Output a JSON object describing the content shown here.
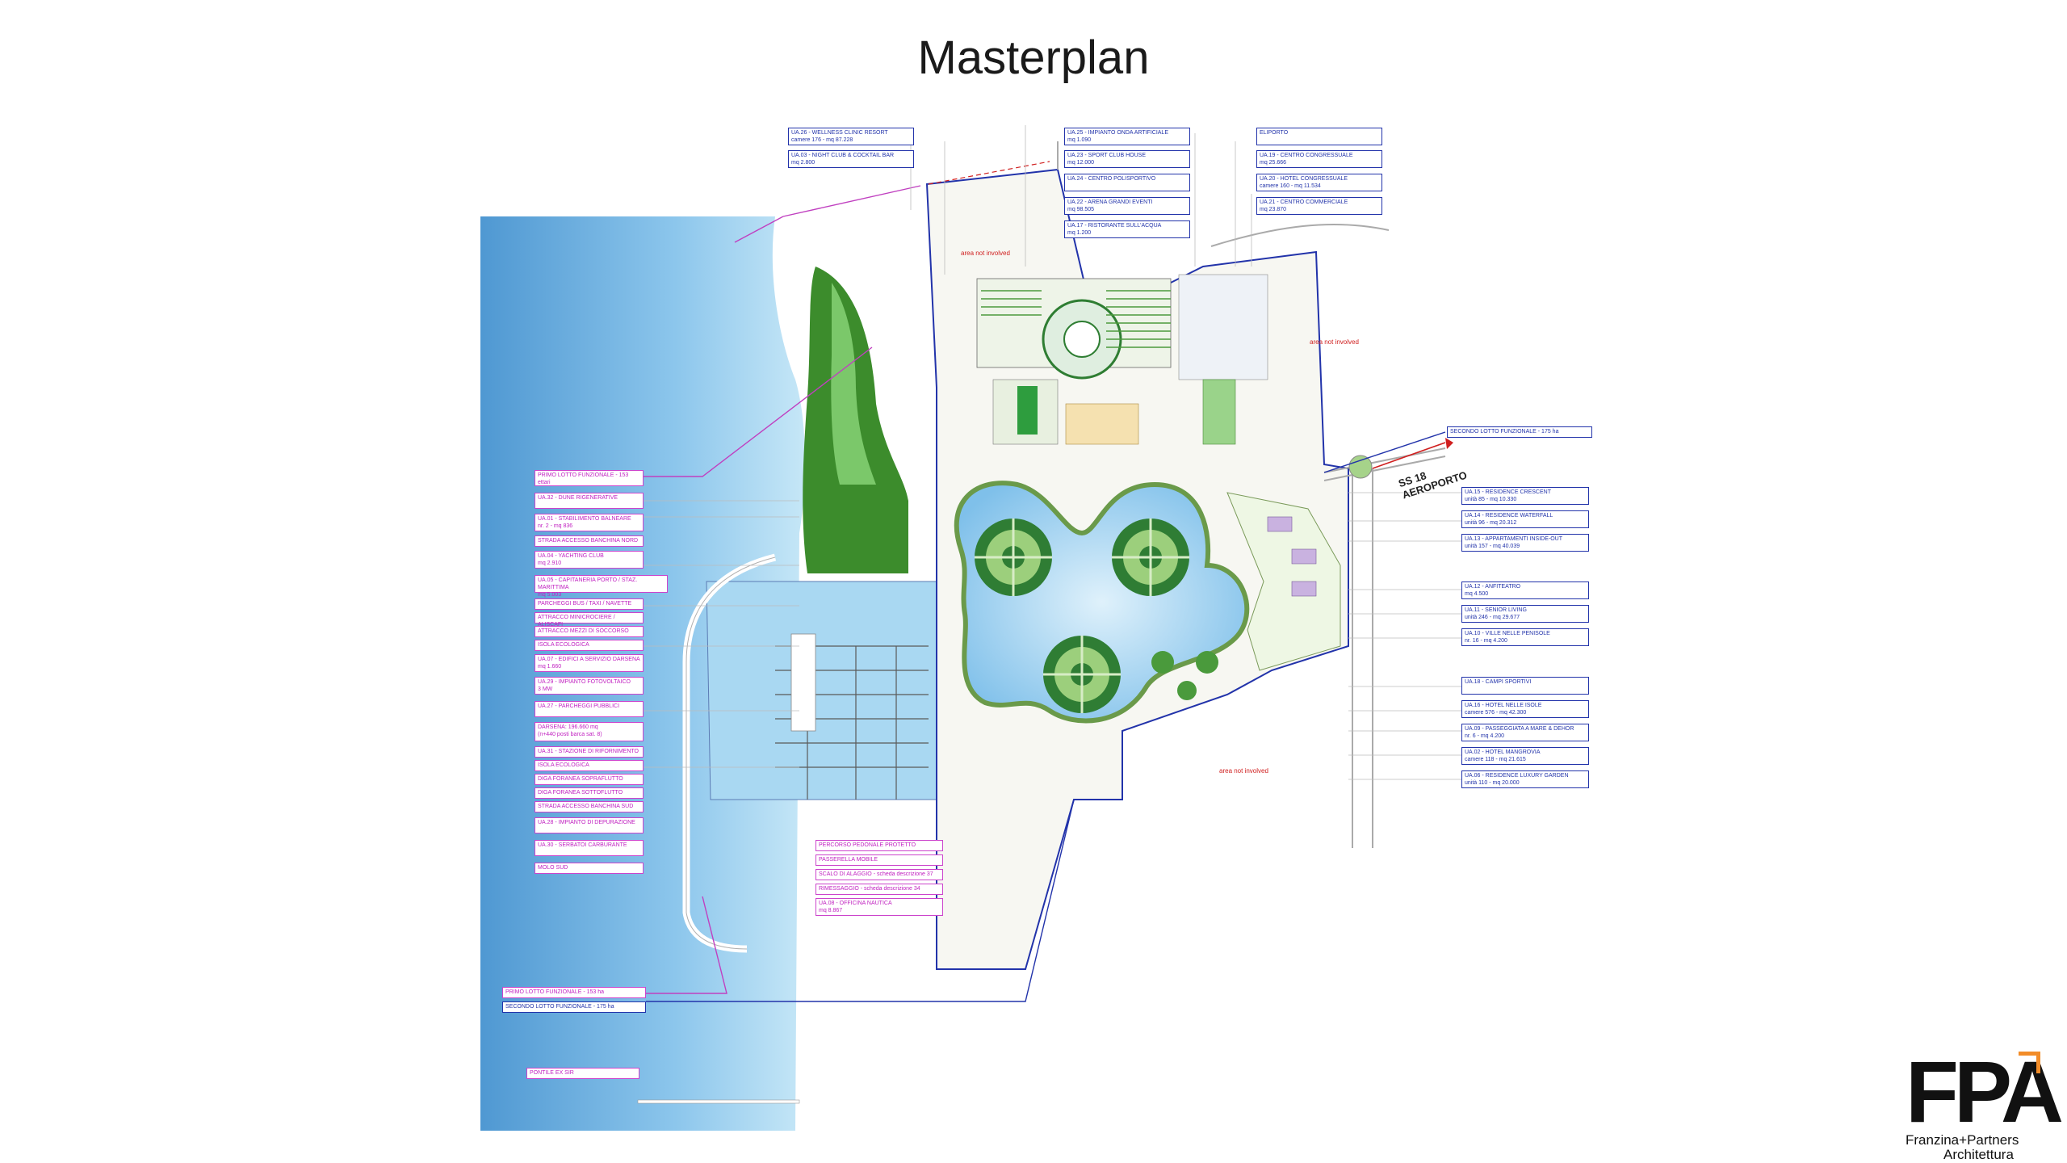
{
  "slide": {
    "title": "Masterplan"
  },
  "labels_top": [
    {
      "id": "ua26",
      "text": "UA.26 - WELLNESS CLINIC RESORT\ncamere 176 - mq 87.228"
    },
    {
      "id": "ua03",
      "text": "UA.03 - NIGHT CLUB & COCKTAIL BAR\nmq 2.800"
    },
    {
      "id": "ua25",
      "text": "UA.25 - IMPIANTO ONDA ARTIFICIALE\nmq 1.090"
    },
    {
      "id": "ua23",
      "text": "UA.23 - SPORT CLUB HOUSE\nmq 12.000"
    },
    {
      "id": "ua24",
      "text": "UA.24 - CENTRO POLISPORTIVO"
    },
    {
      "id": "ua22",
      "text": "UA.22 - ARENA GRANDI EVENTI\nmq 98.505"
    },
    {
      "id": "ua17",
      "text": "UA.17 - RISTORANTE SULL'ACQUA\nmq 1.200"
    },
    {
      "id": "eliporto",
      "text": "ELIPORTO"
    },
    {
      "id": "ua19",
      "text": "UA.19 - CENTRO CONGRESSUALE\nmq 25.666"
    },
    {
      "id": "ua20",
      "text": "UA.20 - HOTEL CONGRESSUALE\ncamere 160 - mq 11.534"
    },
    {
      "id": "ua21",
      "text": "UA.21 - CENTRO COMMERCIALE\nmq 23.870"
    }
  ],
  "labels_left": [
    {
      "id": "primo-lotto",
      "text": "PRIMO LOTTO FUNZIONALE - 153 ettari"
    },
    {
      "id": "ua32",
      "text": "UA.32 - DUNE RIGENERATIVE"
    },
    {
      "id": "ua01",
      "text": "UA.01 - STABILIMENTO BALNEARE\nnr. 2 - mq 836"
    },
    {
      "id": "strada-nord",
      "text": "STRADA ACCESSO BANCHINA NORD"
    },
    {
      "id": "ua04",
      "text": "UA.04 - YACHTING CLUB\nmq 2.910"
    },
    {
      "id": "ua05",
      "text": "UA.05 - CAPITANERIA PORTO / STAZ. MARITTIMA\nmq 5.003"
    },
    {
      "id": "parcheggi-bus",
      "text": "PARCHEGGI BUS / TAXI / NAVETTE"
    },
    {
      "id": "attracco-mini",
      "text": "ATTRACCO MINICROCIERE / ALISCAFI"
    },
    {
      "id": "attracco-soccorso",
      "text": "ATTRACCO MEZZI DI SOCCORSO"
    },
    {
      "id": "isola-eco-1",
      "text": "ISOLA ECOLOGICA"
    },
    {
      "id": "ua07",
      "text": "UA.07 - EDIFICI A SERVIZIO DARSENA\nmq 1.660"
    },
    {
      "id": "ua29",
      "text": "UA.29 - IMPIANTO FOTOVOLTAICO\n3 MW"
    },
    {
      "id": "ua27",
      "text": "UA.27 - PARCHEGGI PUBBLICI"
    },
    {
      "id": "darsena",
      "text": "DARSENA: 196.660 mq\n(n+440 posti barca sat. 8)"
    },
    {
      "id": "ua31",
      "text": "UA.31 - STAZIONE DI RIFORNIMENTO"
    },
    {
      "id": "isola-eco-2",
      "text": "ISOLA ECOLOGICA"
    },
    {
      "id": "diga-sopra",
      "text": "DIGA FORANEA SOPRAFLUTTO"
    },
    {
      "id": "diga-sotto",
      "text": "DIGA FORANEA SOTTOFLUTTO"
    },
    {
      "id": "strada-sud",
      "text": "STRADA ACCESSO BANCHINA SUD"
    },
    {
      "id": "ua28",
      "text": "UA.28 - IMPIANTO DI DEPURAZIONE"
    },
    {
      "id": "ua30",
      "text": "UA.30 - SERBATOI CARBURANTE"
    },
    {
      "id": "molo-sud",
      "text": "MOLO SUD"
    },
    {
      "id": "primo-lotto-2",
      "text": "PRIMO LOTTO FUNZIONALE - 153 ha"
    },
    {
      "id": "secondo-lotto-2",
      "text": "SECONDO LOTTO FUNZIONALE - 175 ha"
    },
    {
      "id": "pontile",
      "text": "PONTILE EX SIR"
    }
  ],
  "labels_center": [
    {
      "id": "percorso",
      "text": "PERCORSO PEDONALE PROTETTO"
    },
    {
      "id": "passerella",
      "text": "PASSERELLA MOBILE"
    },
    {
      "id": "scalo",
      "text": "SCALO DI ALAGGIO - scheda descrizione 37"
    },
    {
      "id": "rimessaggio",
      "text": "RIMESSAGGIO - scheda descrizione 34"
    },
    {
      "id": "ua08",
      "text": "UA.08 - OFFICINA NAUTICA\nmq 8.867"
    }
  ],
  "labels_right": [
    {
      "id": "secondo-lotto",
      "text": "SECONDO LOTTO FUNZIONALE - 175 ha"
    },
    {
      "id": "ua15",
      "text": "UA.15 - RESIDENCE CRESCENT\nunità 85 - mq 10.330"
    },
    {
      "id": "ua14",
      "text": "UA.14 - RESIDENCE WATERFALL\nunità 96 - mq 20.312"
    },
    {
      "id": "ua13",
      "text": "UA.13 - APPARTAMENTI INSIDE-OUT\nunità 157 - mq 40.039"
    },
    {
      "id": "ua12",
      "text": "UA.12 - ANFITEATRO\nmq 4.500"
    },
    {
      "id": "ua11",
      "text": "UA.11 - SENIOR LIVING\nunità 246 - mq 29.677"
    },
    {
      "id": "ua10",
      "text": "UA.10 - VILLE NELLE PENISOLE\nnr. 16 - mq 4.200"
    },
    {
      "id": "ua18",
      "text": "UA.18 - CAMPI SPORTIVI"
    },
    {
      "id": "ua16",
      "text": "UA.16 - HOTEL NELLE ISOLE\ncamere 576 - mq 42.300"
    },
    {
      "id": "ua09",
      "text": "UA.09 - PASSEGGIATA A MARE & DEHOR\nnr. 6 - mq 4.200"
    },
    {
      "id": "ua02",
      "text": "UA.02 - HOTEL MANGROVIA\ncamere 118 - mq 21.615"
    },
    {
      "id": "ua06",
      "text": "UA.06 - RESIDENCE LUXURY GARDEN\nunità 110 - mq 20.000"
    }
  ],
  "notes": [
    {
      "id": "note-1",
      "text": "area not involved"
    },
    {
      "id": "note-2",
      "text": "area not involved"
    },
    {
      "id": "note-3",
      "text": "area not involved"
    }
  ],
  "road_label": "SS 18\nAEROPORTO",
  "logo": {
    "letters": "FPA",
    "line1": "Franzina+Partners",
    "line2": "Architettura",
    "accent": "#f28c28"
  },
  "colors": {
    "sea_dark": "#5aa3d8",
    "sea_light": "#bfe3f5",
    "lagoon": "#9fd0f0",
    "green": "#3b8a2e",
    "label_magenta": "#cc44cc",
    "label_blue": "#2233aa"
  }
}
